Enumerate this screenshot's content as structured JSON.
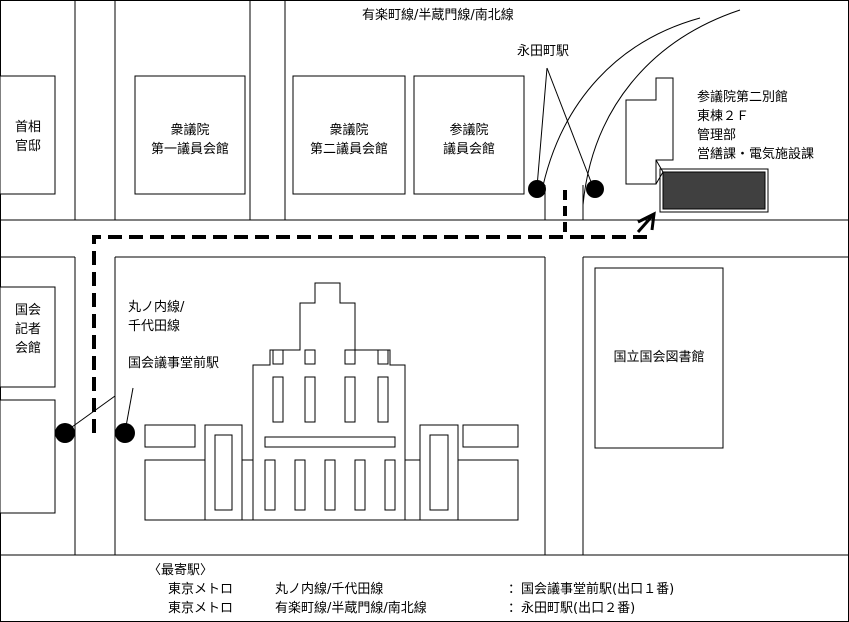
{
  "labels": {
    "kantei": [
      "首相",
      "官邸"
    ],
    "shugiin1": [
      "衆議院",
      "第一議員会館"
    ],
    "shugiin2": [
      "衆議院",
      "第二議員会館"
    ],
    "sangiin_kaikan": [
      "参議院",
      "議員会館"
    ],
    "kisha": [
      "国会",
      "記者",
      "会館"
    ],
    "library": "国立国会図書館",
    "top_lines": "有楽町線/半蔵門線/南北線",
    "nagatacho": "永田町駅",
    "marunouchi": [
      "丸ノ内線/",
      "千代田線"
    ],
    "kokkai_station": "国会議事堂前駅",
    "destination": [
      "参議院第二別館",
      "東棟２Ｆ",
      "管理部",
      "営繕課・電気施設課"
    ]
  },
  "legend": {
    "title": "〈最寄駅〉",
    "rows": [
      {
        "operator": "東京メトロ",
        "lines": "丸ノ内線/千代田線",
        "station": "：国会議事堂前駅(出口１番)"
      },
      {
        "operator": "東京メトロ",
        "lines": "有楽町線/半蔵門線/南北線",
        "station": "：永田町駅(出口２番)"
      }
    ]
  },
  "colors": {
    "line": "#000000",
    "destination_fill": "#404040",
    "background": "#ffffff"
  }
}
